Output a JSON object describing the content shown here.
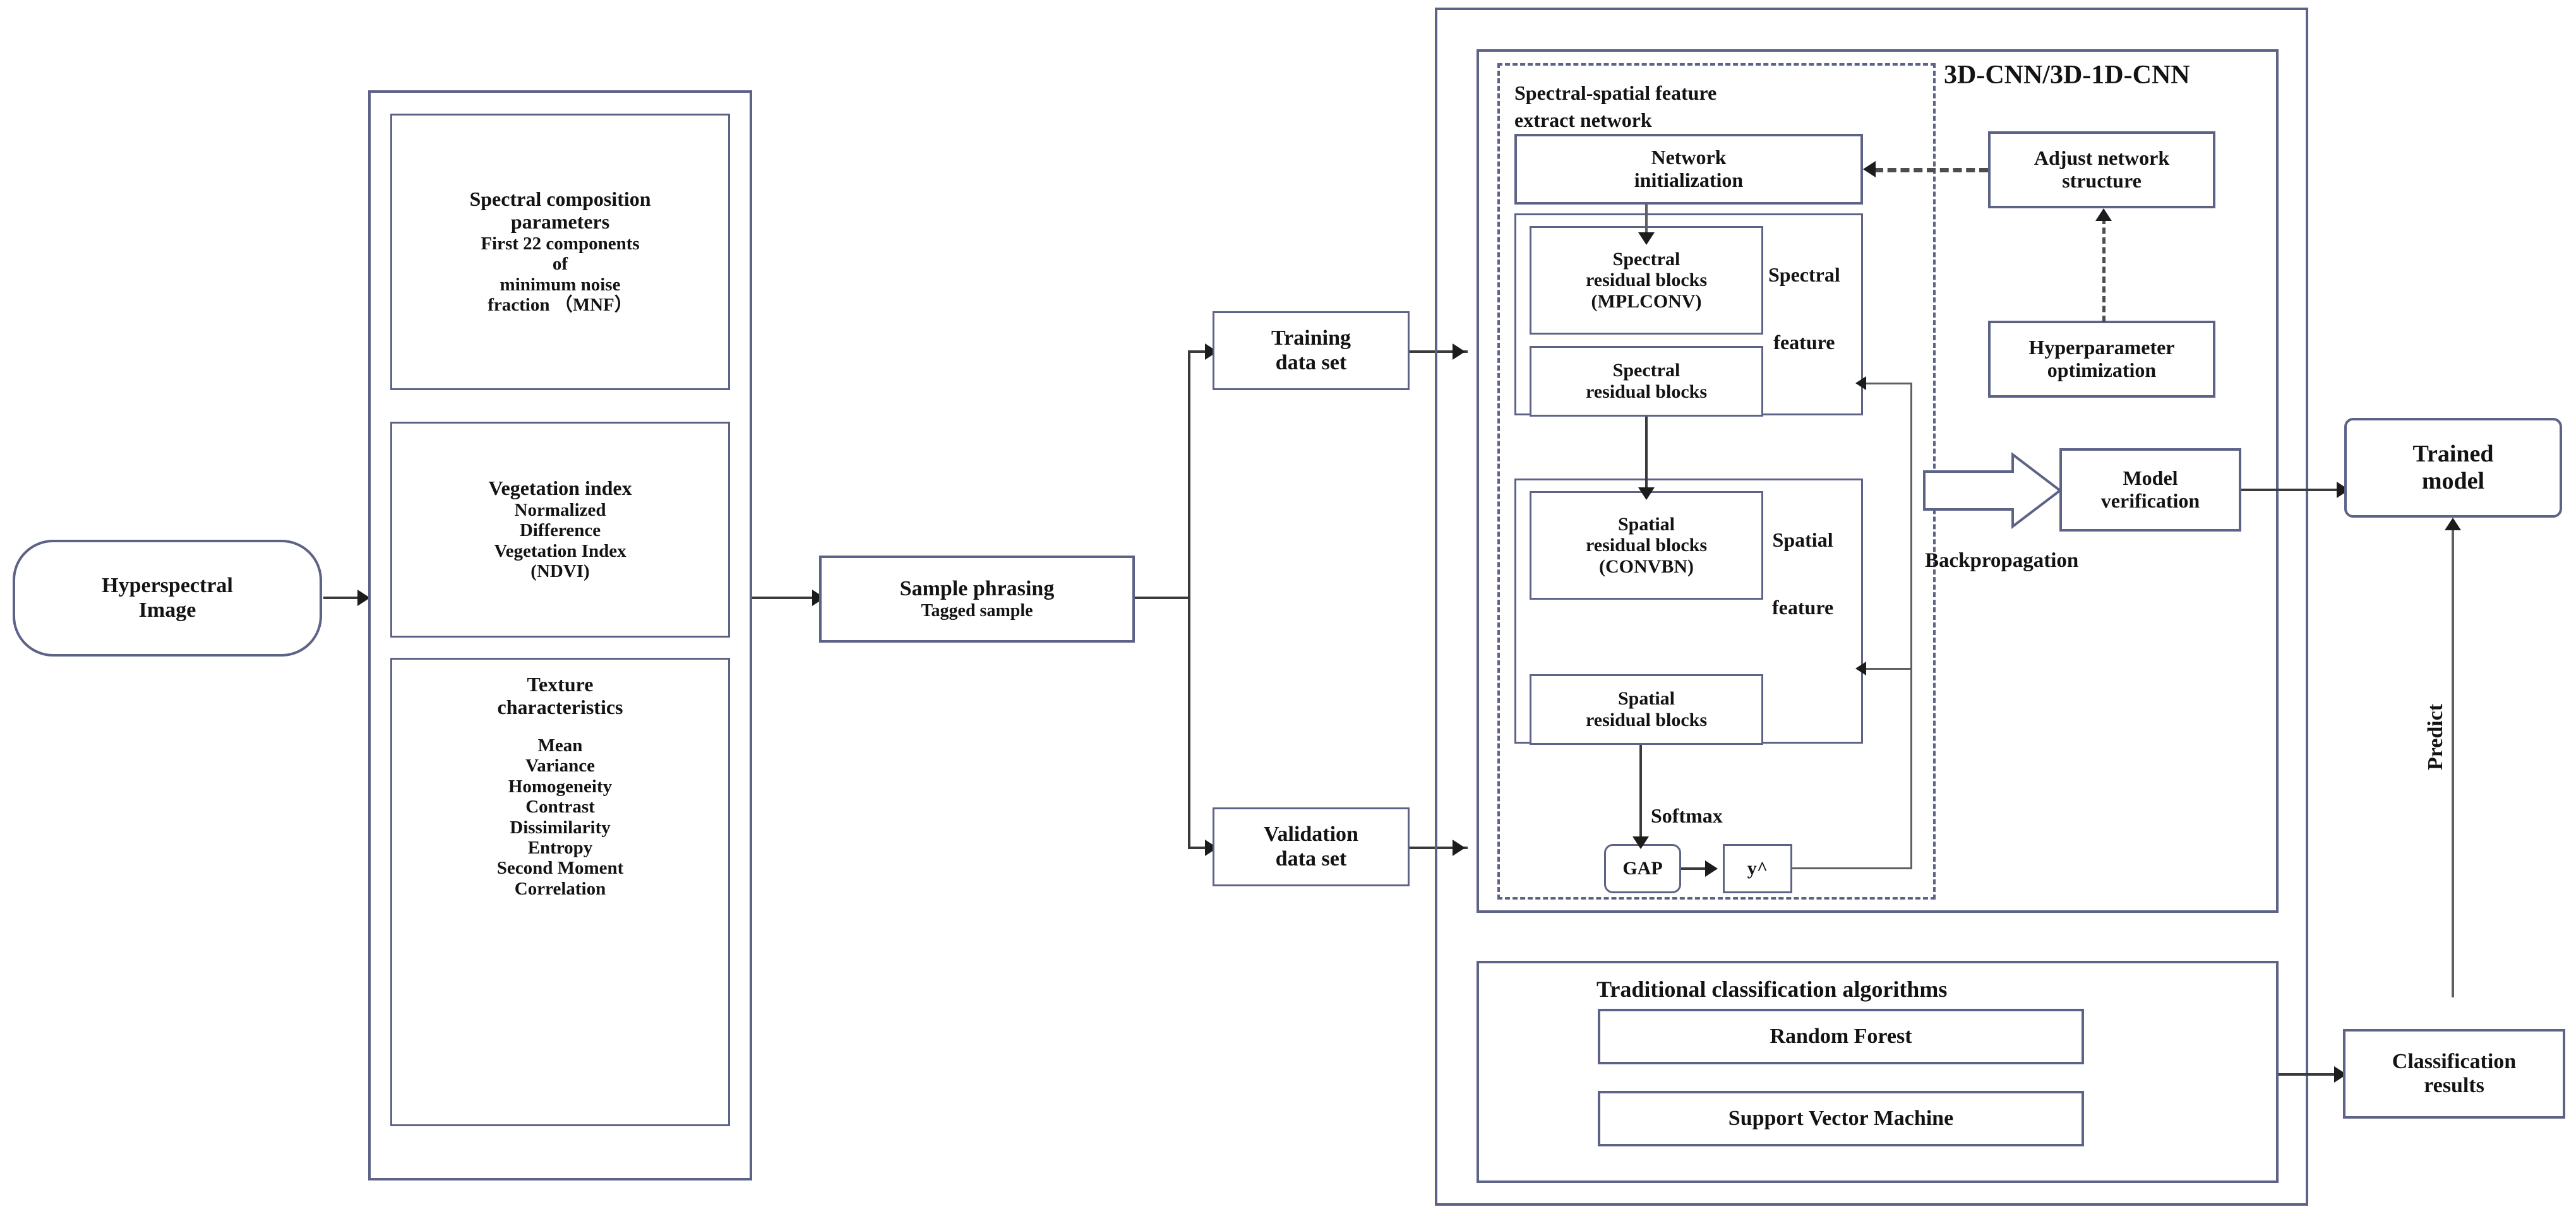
{
  "diagram": {
    "title_label": "3D-CNN/3D-1D-CNN",
    "input": {
      "line1": "Hyperspectral",
      "line2": "Image"
    },
    "feature_panel": {
      "spectral_composition": {
        "heading1": "Spectral composition",
        "heading2": "parameters",
        "body": [
          "First 22 components",
          "of",
          "minimum noise",
          "fraction （MNF）"
        ]
      },
      "vegetation_index": {
        "heading": "Vegetation  index",
        "body": [
          "Normalized",
          "Difference",
          "Vegetation Index",
          "(NDVI)"
        ]
      },
      "texture": {
        "heading1": "Texture",
        "heading2": "characteristics",
        "body": [
          "Mean",
          "Variance",
          "Homogeneity",
          "Contrast",
          "Dissimilarity",
          "Entropy",
          "Second Moment",
          "Correlation"
        ]
      }
    },
    "sample_phrasing": {
      "title": "Sample phrasing",
      "subtitle": "Tagged sample"
    },
    "training_data_set": {
      "line1": "Training",
      "line2": "data set"
    },
    "validation_data_set": {
      "line1": "Validation",
      "line2": "data set"
    },
    "network": {
      "dashed_group_label_line1": "Spectral-spatial feature",
      "dashed_group_label_line2": "extract network",
      "network_initialization": {
        "line1": "Network",
        "line2": "initialization"
      },
      "spectral_feature_label_line1": "Spectral",
      "spectral_feature_label_line2": "feature",
      "spectral_residual_mplconv": {
        "line1": "Spectral",
        "line2": "residual blocks",
        "line3": "(MPLCONV)"
      },
      "spectral_residual": {
        "line1": "Spectral",
        "line2": "residual blocks"
      },
      "spatial_feature_label_line1": "Spatial",
      "spatial_feature_label_line2": "feature",
      "spatial_residual_convbn": {
        "line1": "Spatial",
        "line2": "residual blocks",
        "line3": "(CONVBN)"
      },
      "spatial_residual": {
        "line1": "Spatial",
        "line2": "residual blocks"
      },
      "softmax_label": "Softmax",
      "gap": "GAP",
      "yhat": "y^"
    },
    "adjust_network_structure": {
      "line1": "Adjust network",
      "line2": "structure"
    },
    "hyperparameter_optimization": {
      "line1": "Hyperparameter",
      "line2": "optimization"
    },
    "model_verification": {
      "line1": "Model",
      "line2": "verification"
    },
    "backpropagation_label": "Backpropagation",
    "trained_model": {
      "line1": "Trained",
      "line2": "model"
    },
    "predict_label": "Predict",
    "classification_results": {
      "line1": "Classification",
      "line2": "results"
    },
    "traditional": {
      "heading": "Traditional classification algorithms",
      "random_forest": "Random Forest",
      "svm": "Support Vector Machine"
    },
    "colors": {
      "border": "#5d6387",
      "connector": "#3a3a3a",
      "text": "#131313",
      "background": "#ffffff"
    }
  }
}
